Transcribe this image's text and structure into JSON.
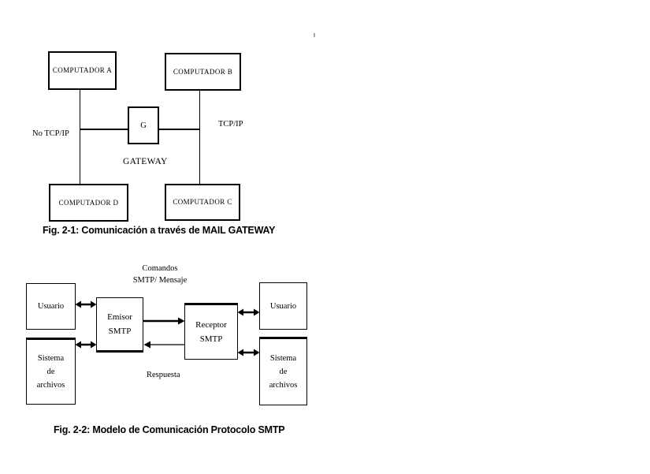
{
  "figure1": {
    "caption": "Fig. 2-1: Comunicación a través de MAIL GATEWAY",
    "computer_a": "COMPUTADOR A",
    "computer_b": "COMPUTADOR B",
    "computer_c": "COMPUTADOR C",
    "computer_d": "COMPUTADOR D",
    "gateway_box": "G",
    "gateway_label": "GATEWAY",
    "left_link_label": "No TCP/IP",
    "right_link_label": "TCP/IP"
  },
  "figure2": {
    "caption": "Fig. 2-2: Modelo de Comunicación Protocolo SMTP",
    "user_left": "Usuario",
    "user_right": "Usuario",
    "file_system_left": "Sistema\nde\narchivos",
    "file_system_right": "Sistema\nde\narchivos",
    "sender": "Emisor\nSMTP",
    "receiver": "Receptor\nSMTP",
    "top_channel_label": "Comandos\nSMTP/ Mensaje",
    "bottom_channel_label": "Respuesta"
  },
  "colors": {
    "ink": "#000000",
    "background": "#ffffff"
  }
}
